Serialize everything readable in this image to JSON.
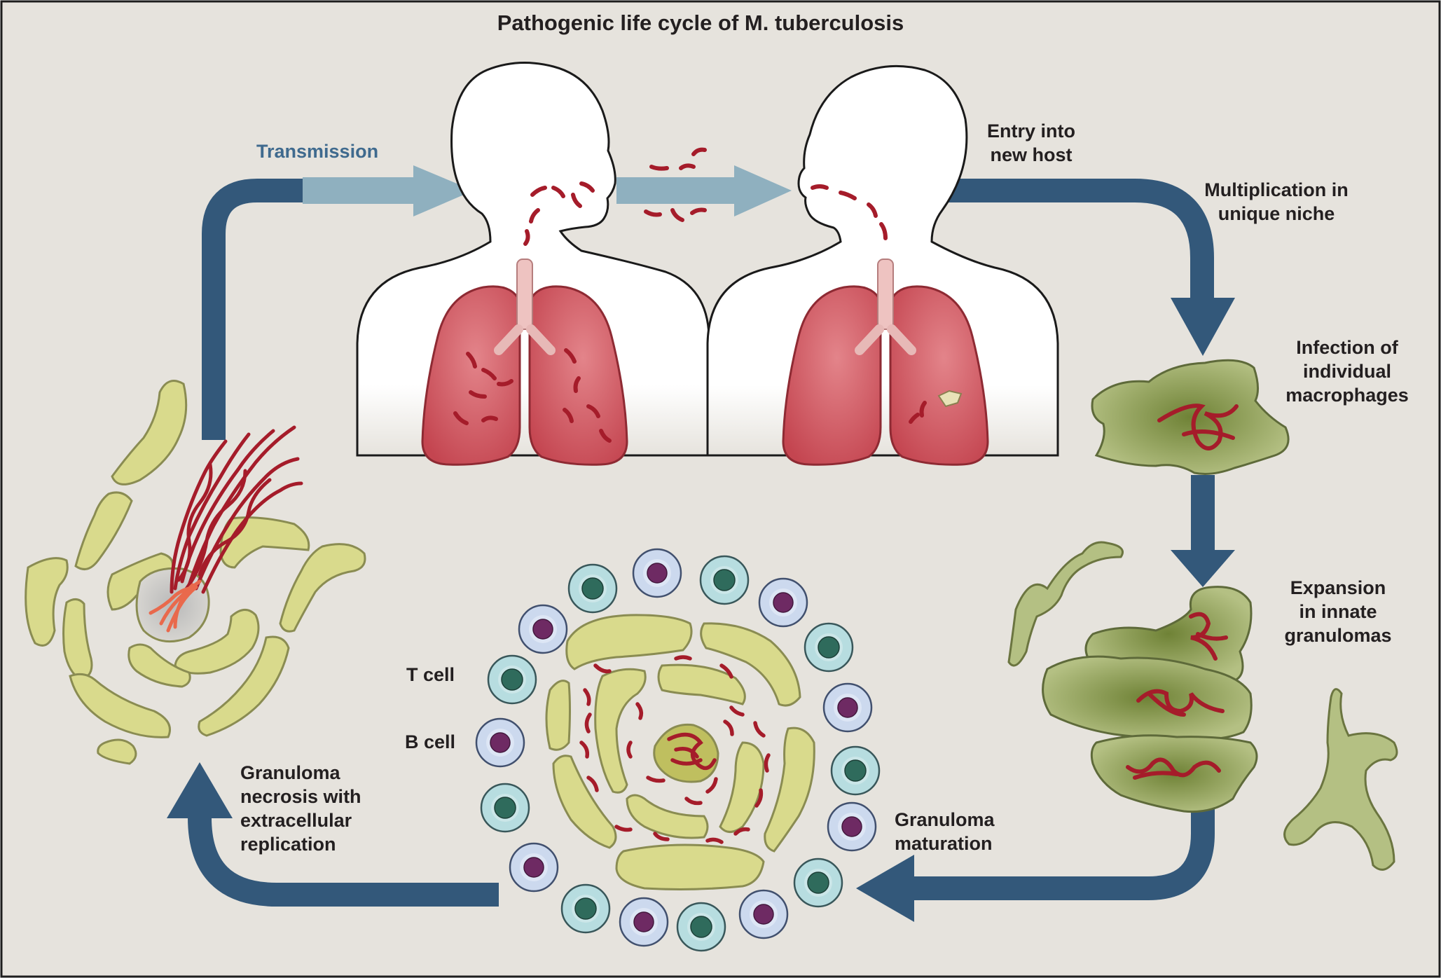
{
  "title": "Pathogenic life cycle of M. tuberculosis",
  "steps": {
    "transmission": "Transmission",
    "entry": [
      "Entry into",
      "new host"
    ],
    "multiplication": [
      "Multiplication in",
      "unique niche"
    ],
    "infection": [
      "Infection of",
      "individual",
      "macrophages"
    ],
    "expansion": [
      "Expansion",
      "in innate",
      "granulomas"
    ],
    "maturation": [
      "Granuloma",
      "maturation"
    ],
    "necrosis": [
      "Granuloma",
      "necrosis with",
      "extracellular",
      "replication"
    ]
  },
  "cells": {
    "t_cell": "T cell",
    "b_cell": "B cell"
  },
  "colors": {
    "background": "#e6e3dd",
    "cycle_arrow": "#33587a",
    "transmission_arrow": "#8fb0bf",
    "transmission_label": "#3f6a8e",
    "bacteria": "#a51c2a",
    "lung": "#d8646c",
    "macrophage": "#a9b67a",
    "epithelioid_cell": "#d9da8c",
    "t_cell_nucleus": "#2f6b5c",
    "b_cell_nucleus": "#6e2a63"
  }
}
